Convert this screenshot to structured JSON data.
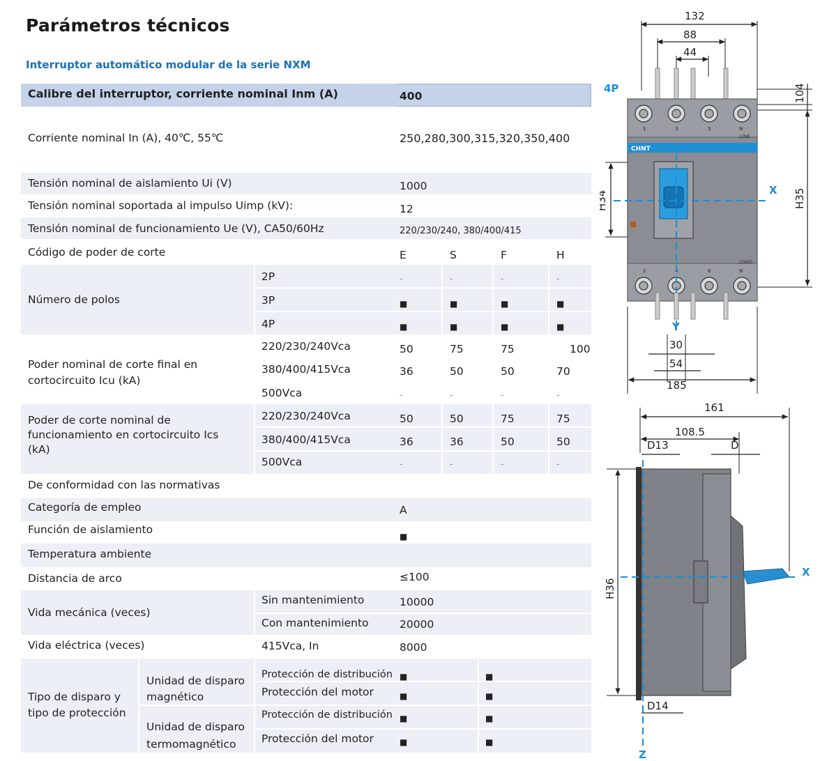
{
  "title": "Parámetros técnicos",
  "subtitle": "Interruptor automático modular de la serie NXM",
  "table": {
    "header_label": "Calibre del interruptor, corriente nominal Inm (A)",
    "header_value": "400",
    "rated_current_label": "Corriente nominal In (A), 40℃, 55℃",
    "rated_current_value": "250,280,300,315,320,350,400",
    "ui_label": "Tensión nominal de aislamiento Ui (V)",
    "ui_value": "1000",
    "uimp_label": "Tensión nominal soportada al impulso Uimp (kV):",
    "uimp_value": "12",
    "ue_label": "Tensión nominal de funcionamiento Ue (V), CA50/60Hz",
    "ue_value": "220/230/240, 380/400/415",
    "code_label": "Código de poder de corte",
    "codes": [
      "E",
      "S",
      "F",
      "H"
    ],
    "poles_label": "Número de polos",
    "poles": [
      {
        "label": "2P",
        "values": [
          "-",
          "-",
          "-",
          "-"
        ]
      },
      {
        "label": "3P",
        "values": [
          "■",
          "■",
          "■",
          "■"
        ]
      },
      {
        "label": "4P",
        "values": [
          "■",
          "■",
          "■",
          "■"
        ]
      }
    ],
    "icu_label": "Poder nominal de corte final en cortocircuito Icu (kA)",
    "icu": [
      {
        "label": "220/230/240Vca",
        "values": [
          "50",
          "75",
          "75",
          "100"
        ]
      },
      {
        "label": "380/400/415Vca",
        "values": [
          "36",
          "50",
          "50",
          "70"
        ]
      },
      {
        "label": "500Vca",
        "values": [
          "-",
          "-",
          "-",
          "-"
        ]
      }
    ],
    "ics_label": "Poder de corte nominal de funcionamiento en cortocircuito Ics (kA)",
    "ics": [
      {
        "label": "220/230/240Vca",
        "values": [
          "50",
          "50",
          "75",
          "75"
        ]
      },
      {
        "label": "380/400/415Vca",
        "values": [
          "36",
          "36",
          "50",
          "50"
        ]
      },
      {
        "label": "500Vca",
        "values": [
          "-",
          "-",
          "-",
          "-"
        ]
      }
    ],
    "conformity_label": "De conformidad con las normativas",
    "category_label": "Categoría de empleo",
    "category_value": "A",
    "isolation_label": "Función de aislamiento",
    "isolation_value": "■",
    "ambient_label": "Temperatura ambiente",
    "arc_label": "Distancia de arco",
    "arc_value": "≤100",
    "mech_label": "Vida mecánica (veces)",
    "mech": [
      {
        "label": "Sin mantenimiento",
        "value": "10000"
      },
      {
        "label": "Con mantenimiento",
        "value": "20000"
      }
    ],
    "elec_label": "Vida eléctrica (veces)",
    "elec_cond": "415Vca, In",
    "elec_value": "8000",
    "trip_label": "Tipo de disparo y tipo de protección",
    "trip_groups": [
      {
        "label": "Unidad de disparo magnético",
        "rows": [
          {
            "label": "Protección de distribución",
            "v1": "■",
            "v2": "■"
          },
          {
            "label": "Protección del motor",
            "v1": "■",
            "v2": "■"
          }
        ]
      },
      {
        "label": "Unidad de disparo termomagnético",
        "rows": [
          {
            "label": "Protección de distribución",
            "v1": "■",
            "v2": "■"
          },
          {
            "label": "Protección del motor",
            "v1": "■",
            "v2": "■"
          }
        ]
      }
    ]
  },
  "drawing": {
    "front": {
      "pole_label": "4P",
      "brand": "CHNT",
      "dims": {
        "w132": "132",
        "w88": "88",
        "w44": "44",
        "h104": "104",
        "h34": "H34",
        "h35": "H35",
        "w30": "30",
        "w54": "54",
        "w185": "185"
      },
      "axis_x": "X",
      "axis_y": "Y",
      "line_label": "LINE",
      "load_label": "LOAD",
      "terminals_top": [
        "1",
        "3",
        "5",
        "N"
      ],
      "terminals_bottom": [
        "2",
        "4",
        "6",
        "N"
      ]
    },
    "side": {
      "dims": {
        "w161": "161",
        "w108": "108.5",
        "d13": "D13",
        "d": "D",
        "h36": "H36",
        "d14": "D14"
      },
      "axis_x": "X",
      "axis_z": "Z"
    },
    "colors": {
      "accent": "#1a8fd6",
      "band": "#eceff6",
      "header": "#c5d3ea",
      "body": "#7f8288"
    }
  }
}
